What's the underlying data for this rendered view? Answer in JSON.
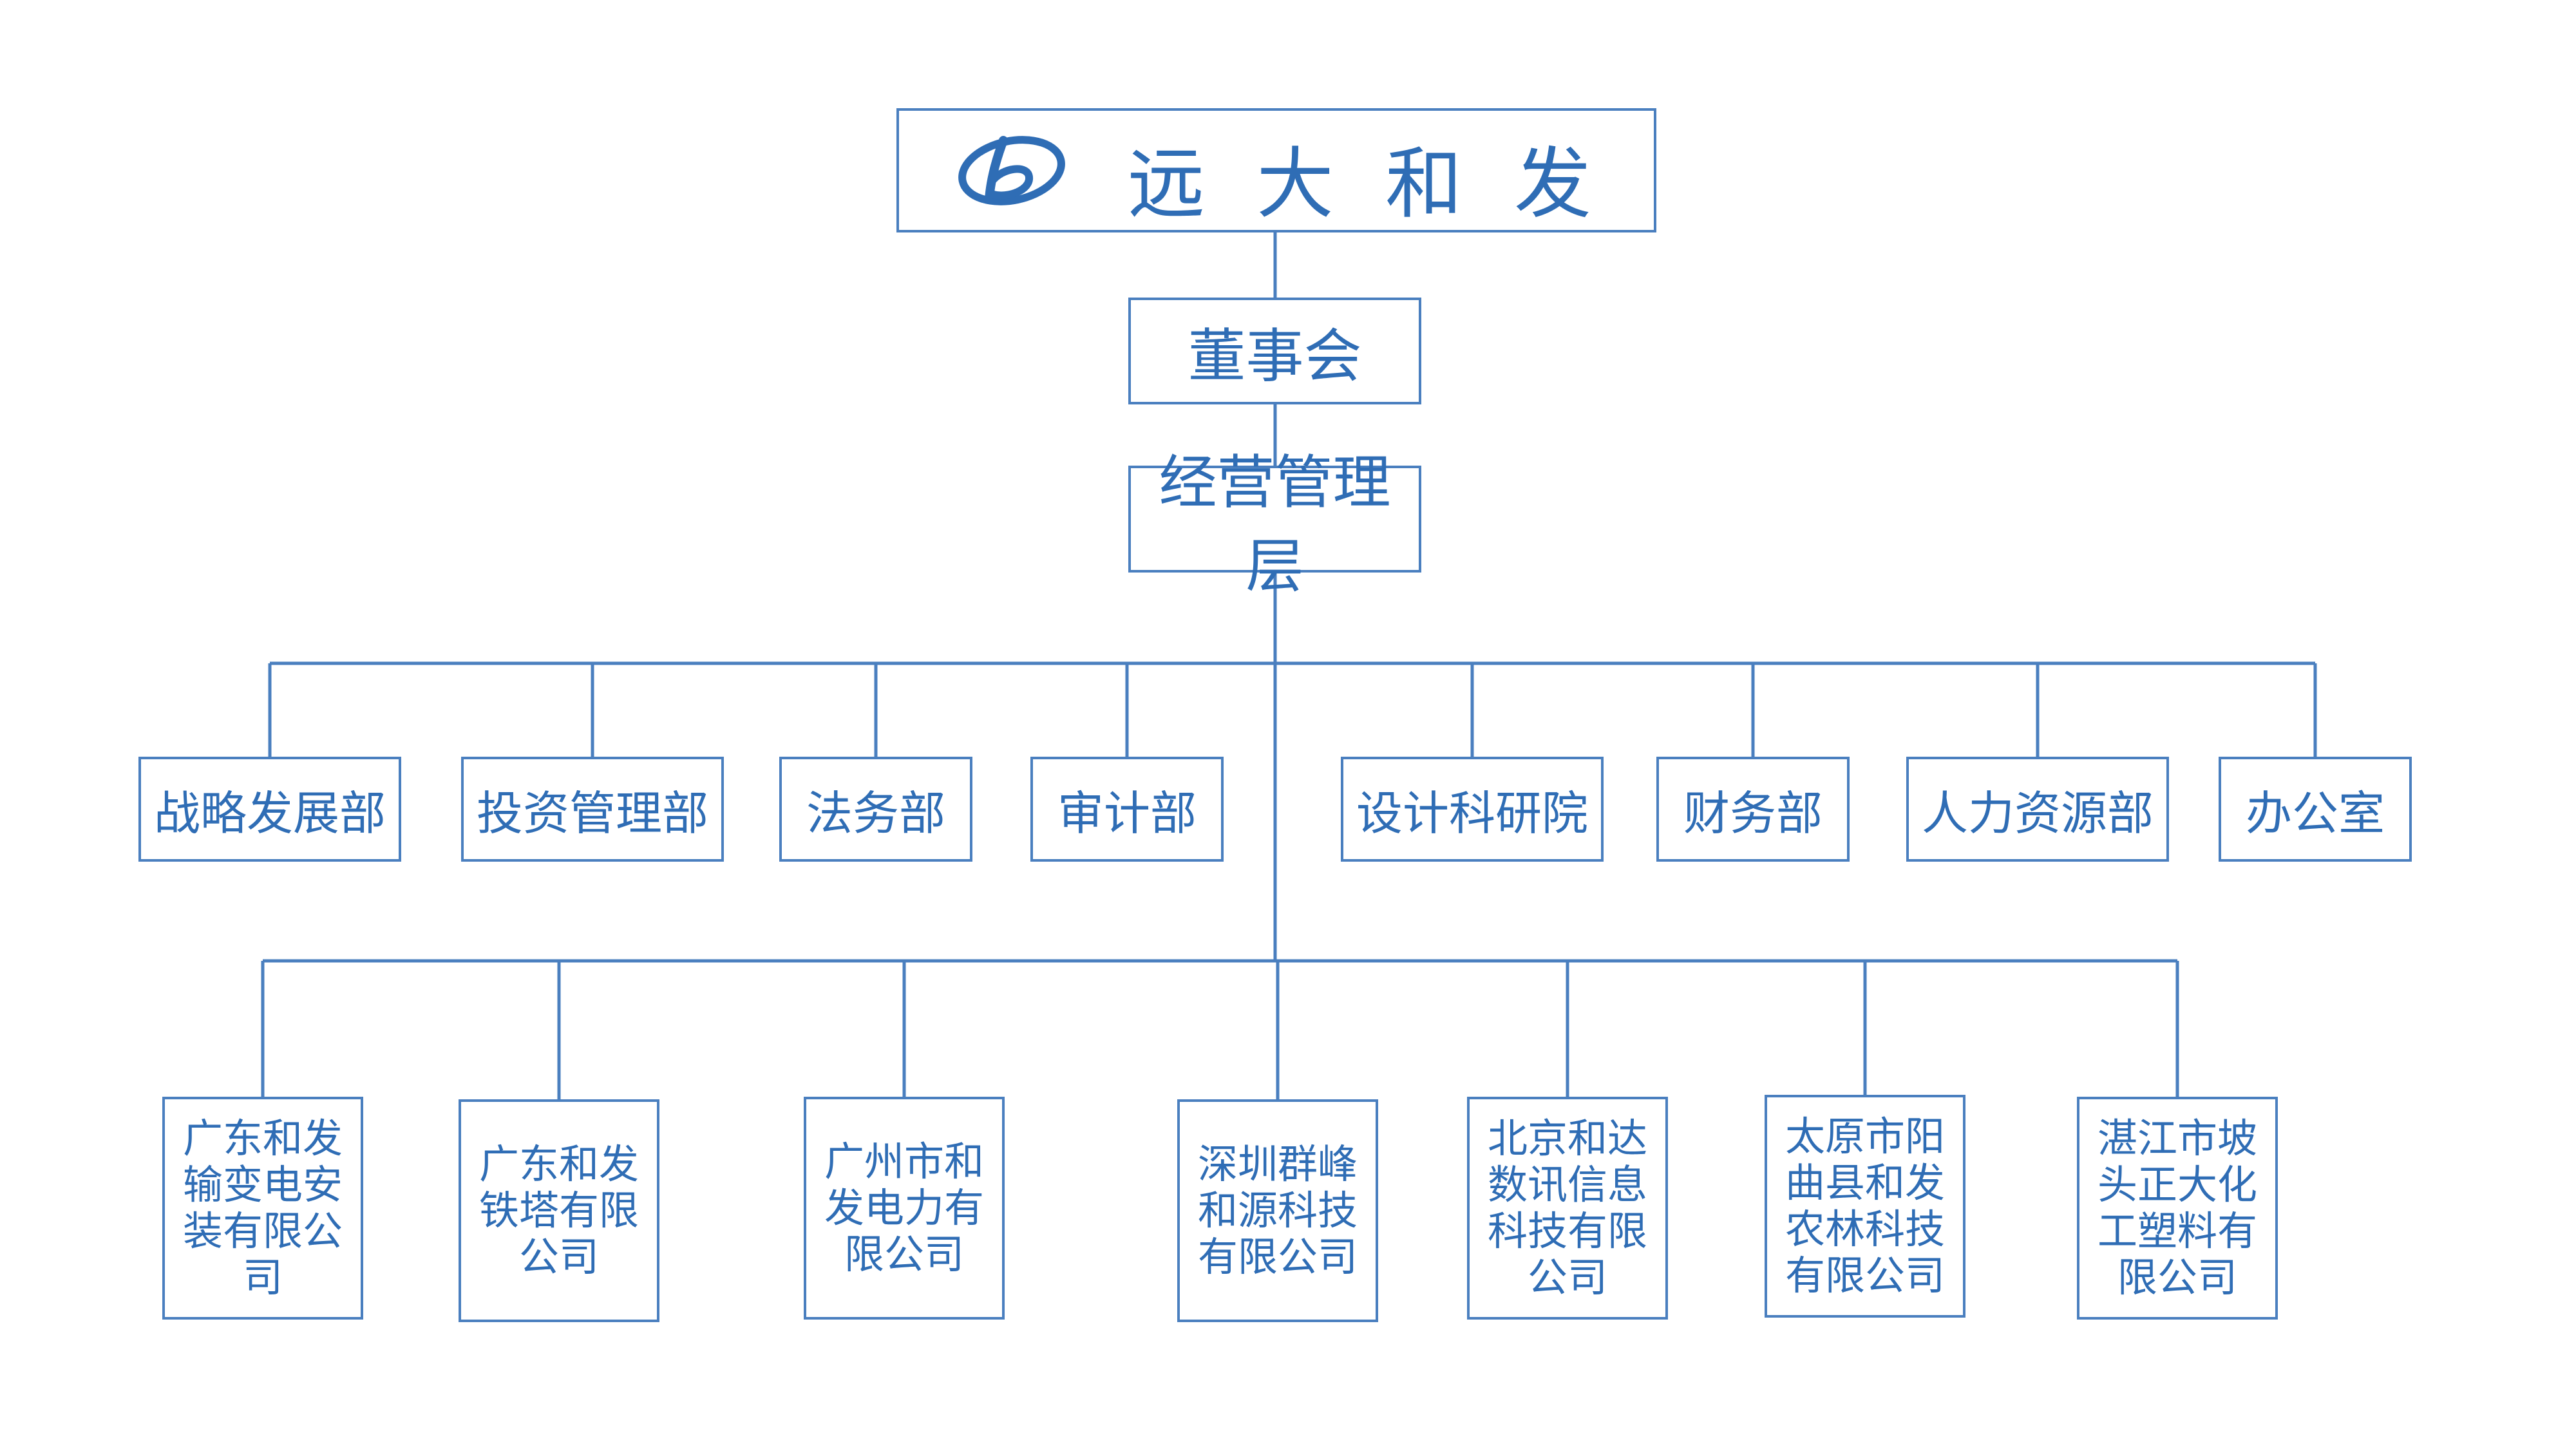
{
  "brand": {
    "name": "远大和发",
    "color": "#2f6db5",
    "border_color": "#4a7fbf"
  },
  "board": {
    "label": "董事会"
  },
  "management": {
    "label": "经营管理层"
  },
  "departments": [
    {
      "label": "战略发展部"
    },
    {
      "label": "投资管理部"
    },
    {
      "label": "法务部"
    },
    {
      "label": "审计部"
    },
    {
      "label": "设计科研院"
    },
    {
      "label": "财务部"
    },
    {
      "label": "人力资源部"
    },
    {
      "label": "办公室"
    }
  ],
  "subsidiaries": [
    {
      "lines": [
        "广东和发",
        "输变电安",
        "装有限公",
        "司"
      ]
    },
    {
      "lines": [
        "广东和发",
        "铁塔有限",
        "公司"
      ]
    },
    {
      "lines": [
        "广州市和",
        "发电力有",
        "限公司"
      ]
    },
    {
      "lines": [
        "深圳群峰",
        "和源科技",
        "有限公司"
      ]
    },
    {
      "lines": [
        "北京和达",
        "数讯信息",
        "科技有限",
        "公司"
      ]
    },
    {
      "lines": [
        "太原市阳",
        "曲县和发",
        "农林科技",
        "有限公司"
      ]
    },
    {
      "lines": [
        "湛江市坡",
        "头正大化",
        "工塑料有",
        "限公司"
      ]
    }
  ]
}
